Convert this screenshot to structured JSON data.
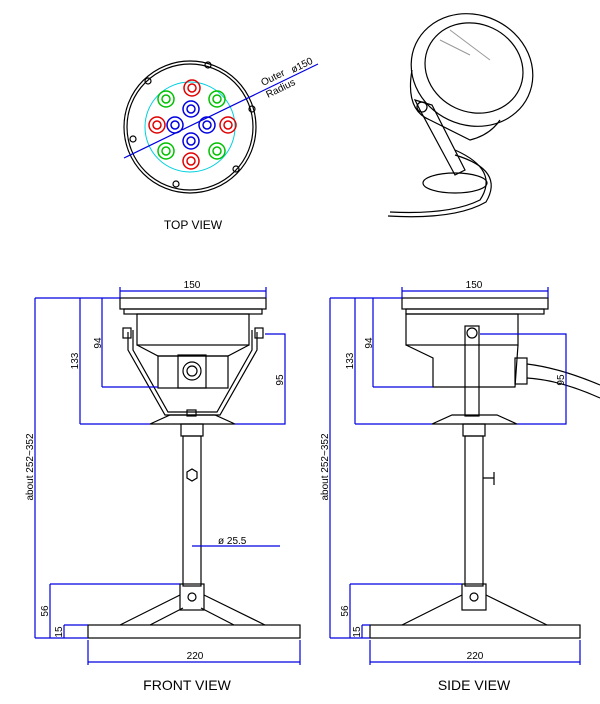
{
  "top_view": {
    "title": "TOP VIEW",
    "outer_label": "Outer",
    "diameter_label": "ø150",
    "radius_label": "Radius"
  },
  "front_view": {
    "title": "FRONT VIEW",
    "width_top": "150",
    "dim_94": "94",
    "dim_133": "133",
    "dim_95": "95",
    "total_height": "about 252~352",
    "pole_diameter": "ø 25.5",
    "dim_56": "56",
    "dim_15": "15",
    "base_width": "220"
  },
  "side_view": {
    "title": "SIDE VIEW",
    "width_top": "150",
    "dim_94": "94",
    "dim_133": "133",
    "dim_95": "95",
    "total_height": "about 252~352",
    "dim_56": "56",
    "dim_15": "15",
    "base_width": "220"
  },
  "colors": {
    "dimension": "#0000e0",
    "led_red": "#e00000",
    "led_green": "#00c000",
    "led_blue": "#0000e0",
    "lens_ring": "#00d0e0"
  }
}
